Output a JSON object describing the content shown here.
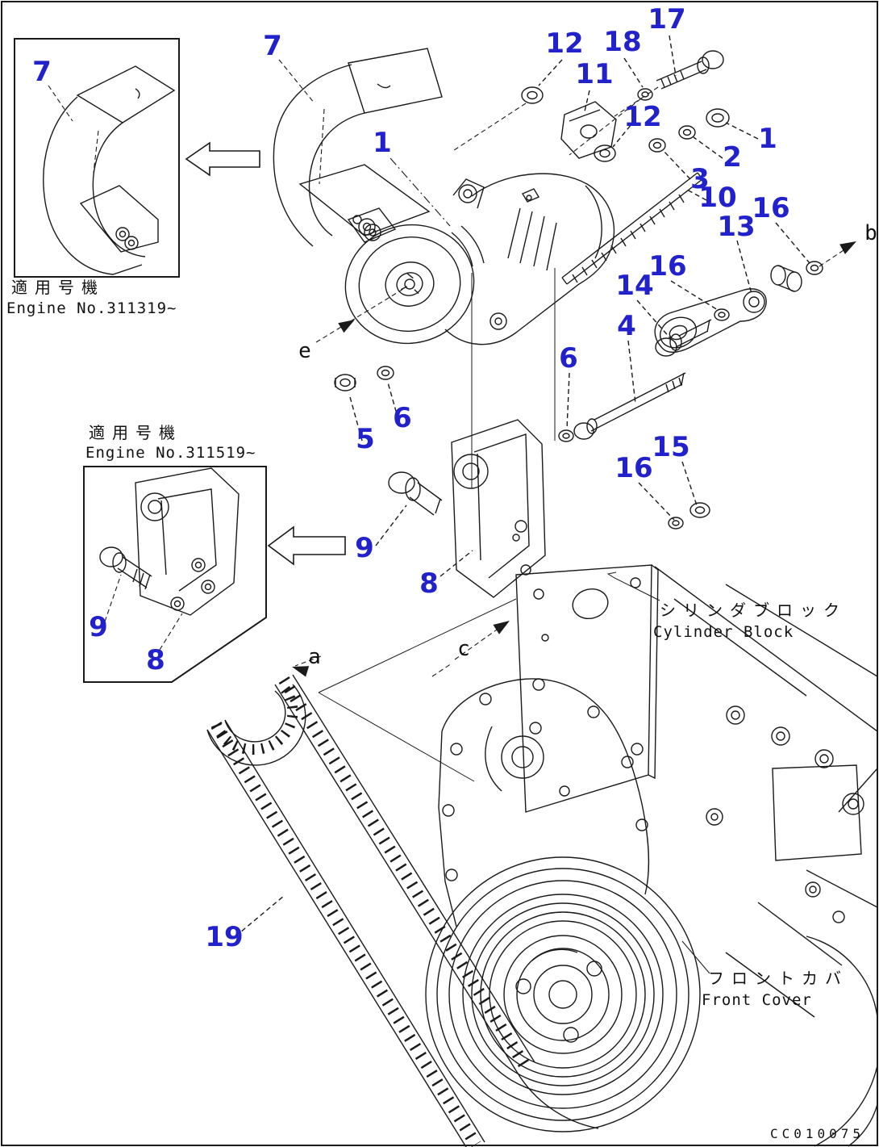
{
  "page": {
    "background": "#ffffff",
    "line_color": "#1a1a1a",
    "label_color": "#2222cc",
    "drawing_code": "CC010075"
  },
  "notes": {
    "top_box": {
      "jp": "適用号機",
      "en": "Engine No.311319~"
    },
    "mid_box": {
      "jp": "適用号機",
      "en": "Engine No.311519~"
    }
  },
  "callouts": {
    "cylinder_block": {
      "jp": "シリンダブロック",
      "en": "Cylinder Block"
    },
    "front_cover": {
      "jp": "フロントカバ",
      "en": "Front Cover"
    }
  },
  "view_letters": {
    "a": "a",
    "b": "b",
    "c": "c",
    "e": "e"
  },
  "labels": [
    {
      "n": "7"
    },
    {
      "n": "7"
    },
    {
      "n": "12"
    },
    {
      "n": "11"
    },
    {
      "n": "18"
    },
    {
      "n": "17"
    },
    {
      "n": "12"
    },
    {
      "n": "1"
    },
    {
      "n": "2"
    },
    {
      "n": "3"
    },
    {
      "n": "10"
    },
    {
      "n": "13"
    },
    {
      "n": "16"
    },
    {
      "n": "16"
    },
    {
      "n": "14"
    },
    {
      "n": "4"
    },
    {
      "n": "6"
    },
    {
      "n": "1"
    },
    {
      "n": "6"
    },
    {
      "n": "5"
    },
    {
      "n": "9"
    },
    {
      "n": "8"
    },
    {
      "n": "15"
    },
    {
      "n": "16"
    },
    {
      "n": "9"
    },
    {
      "n": "8"
    },
    {
      "n": "19"
    }
  ]
}
